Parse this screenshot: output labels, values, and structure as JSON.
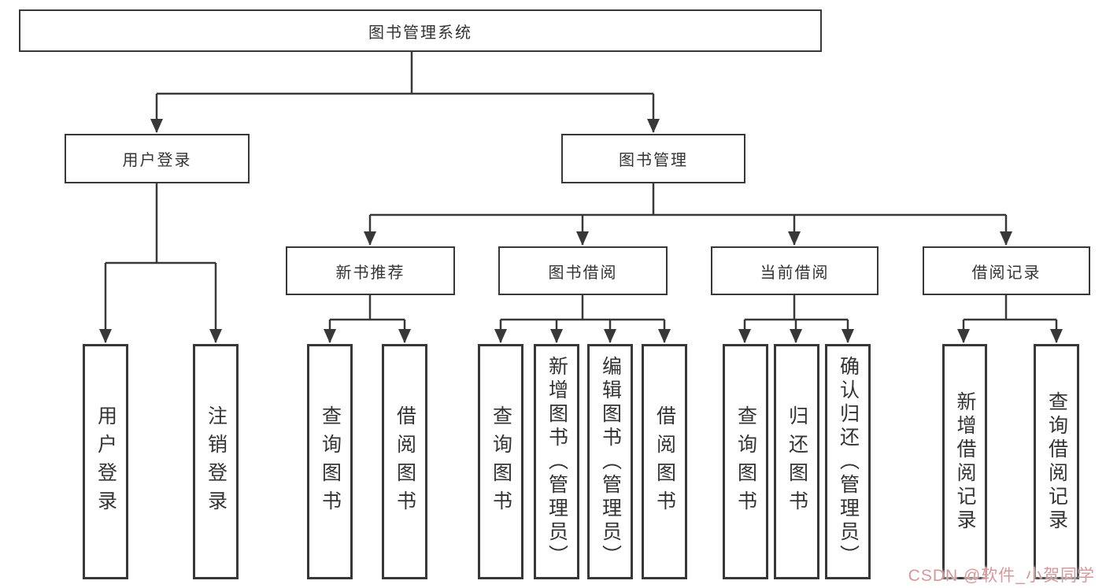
{
  "diagram": {
    "root": {
      "label": "图书管理系统"
    },
    "branches": [
      {
        "label": "用户登录",
        "children": [
          {
            "label": "用户登录"
          },
          {
            "label": "注销登录"
          }
        ]
      },
      {
        "label": "图书管理",
        "children": [
          {
            "label": "新书推荐",
            "children": [
              {
                "label": "查询图书"
              },
              {
                "label": "借阅图书"
              }
            ]
          },
          {
            "label": "图书借阅",
            "children": [
              {
                "label": "查询图书"
              },
              {
                "label": "新增图书（管理员）"
              },
              {
                "label": "编辑图书（管理员）"
              },
              {
                "label": "借阅图书"
              }
            ]
          },
          {
            "label": "当前借阅",
            "children": [
              {
                "label": "查询图书"
              },
              {
                "label": "归还图书"
              },
              {
                "label": "确认归还（管理员）"
              }
            ]
          },
          {
            "label": "借阅记录",
            "children": [
              {
                "label": "新增借阅记录"
              },
              {
                "label": "查询借阅记录"
              }
            ]
          }
        ]
      }
    ]
  },
  "watermark": {
    "text": "CSDN @软件_小贺同学",
    "color": "#d89898"
  },
  "colors": {
    "line": "#383838",
    "text": "#333333",
    "background": "#ffffff"
  }
}
